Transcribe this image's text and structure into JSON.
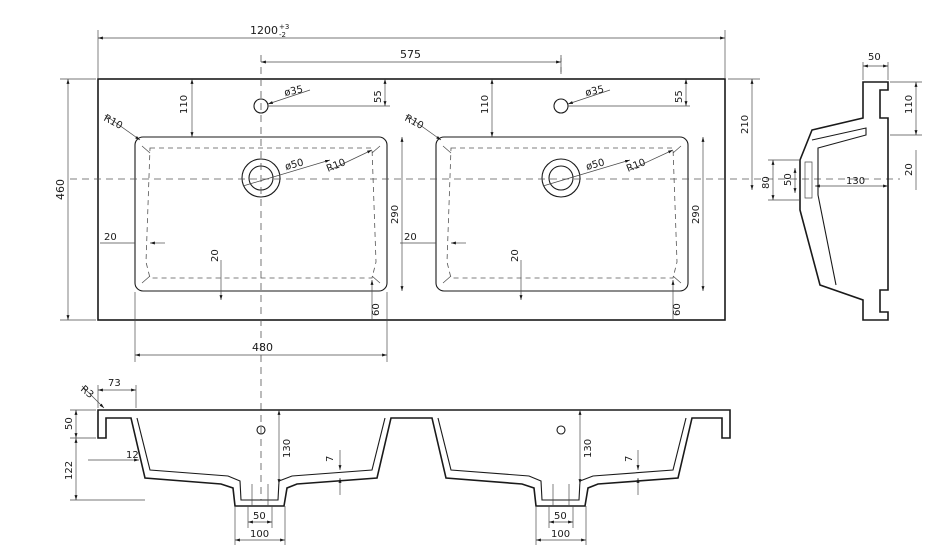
{
  "dimensions": {
    "overall_width": "1200",
    "overall_width_tol_plus": "+3",
    "overall_width_tol_minus": "-2",
    "center_distance": "575",
    "depth": "460",
    "tap_hole_offset_left": "110",
    "tap_hole_offset_right": "110",
    "tap_hole_edge_left": "55",
    "tap_hole_edge_right": "55",
    "tap_hole_diameter_left": "ø35",
    "tap_hole_diameter_right": "ø35",
    "drain_diameter_left": "ø50",
    "drain_diameter_right": "ø50",
    "radius_outer_left": "R10",
    "radius_outer_right": "R10",
    "radius_inner_left": "R10",
    "radius_inner_right": "R10",
    "bowl_depth_left": "290",
    "bowl_depth_right": "290",
    "side_margin_left": "20",
    "side_margin_right": "20",
    "bottom_inner_left": "20",
    "bottom_inner_right": "20",
    "front_edge_left": "60",
    "front_edge_right": "60",
    "bowl_width": "480",
    "drain_position": "210",
    "rim_height": "80",
    "rim_small": "50",
    "overflow_offset": "130",
    "side_top_width": "50",
    "side_top_height": "110",
    "side_wall": "20",
    "section_radius": "R3",
    "section_edge": "73",
    "section_top": "50",
    "section_lip": "12",
    "section_height": "122",
    "section_bowl_depth_left": "130",
    "section_bowl_depth_right": "130",
    "section_slope_left": "7",
    "section_slope_right": "7",
    "outlet_inner_left": "50",
    "outlet_outer_left": "100",
    "outlet_inner_right": "50",
    "outlet_outer_right": "100"
  }
}
